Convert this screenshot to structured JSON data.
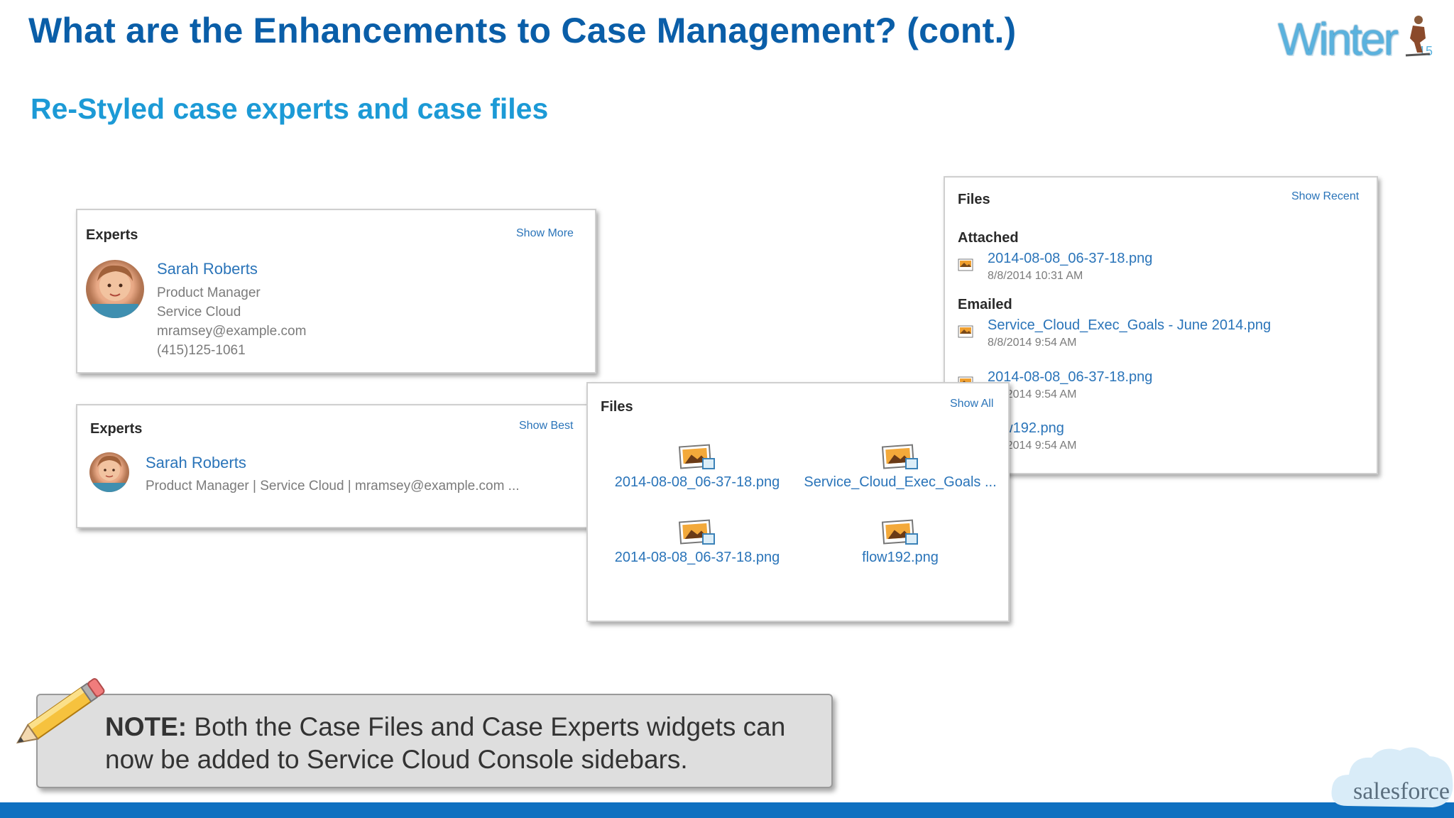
{
  "slide": {
    "title": "What are the Enhancements to Case Management? (cont.)",
    "subtitle": "Re-Styled case experts and case files"
  },
  "logo": {
    "winter_text": "Winter",
    "winter_sup": "15"
  },
  "experts_card_1": {
    "title": "Experts",
    "link": "Show More",
    "name": "Sarah Roberts",
    "role": "Product Manager",
    "team": "Service Cloud",
    "email": "mramsey@example.com",
    "phone": "(415)125-1061"
  },
  "experts_card_2": {
    "title": "Experts",
    "link": "Show Best",
    "name": "Sarah Roberts",
    "details": "Product Manager  |  Service Cloud  |  mramsey@example.com  ..."
  },
  "files_list_card": {
    "title": "Files",
    "link": "Show Recent",
    "attached_label": "Attached",
    "emailed_label": "Emailed",
    "attached": [
      {
        "name": "2014-08-08_06-37-18.png",
        "date": "8/8/2014 10:31 AM"
      }
    ],
    "emailed": [
      {
        "name": "Service_Cloud_Exec_Goals - June 2014.png",
        "date": "8/8/2014 9:54 AM"
      },
      {
        "name": "2014-08-08_06-37-18.png",
        "date": "8/8/2014 9:54 AM"
      },
      {
        "name": "flow192.png",
        "date": "8/8/2014 9:54 AM"
      }
    ]
  },
  "files_grid_card": {
    "title": "Files",
    "link": "Show All",
    "files": [
      "2014-08-08_06-37-18.png",
      "Service_Cloud_Exec_Goals ...",
      "2014-08-08_06-37-18.png",
      "flow192.png"
    ]
  },
  "note": {
    "label": "NOTE:",
    "text": " Both the Case Files and Case Experts widgets can now be added to Service Cloud Console sidebars."
  },
  "footer": {
    "brand": "salesforce"
  },
  "colors": {
    "title": "#0a5ea8",
    "subtitle": "#1c9ad6",
    "link": "#2a74b9",
    "bottom_bar": "#0f70c0"
  }
}
